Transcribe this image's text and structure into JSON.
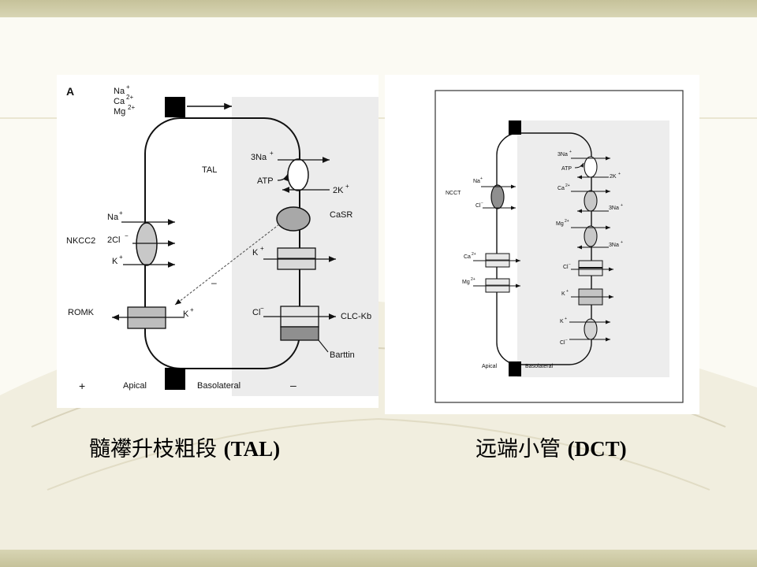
{
  "tal": {
    "panel_letter": "A",
    "top_ions": {
      "na": "Na",
      "ca": "Ca",
      "ca_charge": "2+",
      "mg": "Mg",
      "mg_charge": "2+"
    },
    "cell_label": "TAL",
    "nkcc2": "NKCC2",
    "nkcc_na": "Na",
    "nkcc_cl": "2Cl",
    "nkcc_k": "K",
    "romk": "ROMK",
    "romk_k": "K",
    "pump_na": "3Na",
    "pump_atp": "ATP",
    "pump_k": "2K",
    "casr": "CaSR",
    "k_channel": "K",
    "minus_inhibit": "–",
    "clc_cl": "Cl",
    "clc_kb": "CLC-Kb",
    "barttin": "Barttin",
    "plus": "+",
    "apical": "Apical",
    "basolateral": "Basolateral",
    "minus": "–"
  },
  "dct": {
    "ncct": "NCCT",
    "ncct_na": "Na",
    "ncct_cl": "Cl",
    "ca": "Ca",
    "ca_charge": "2+",
    "mg": "Mg",
    "mg_charge": "2+",
    "pump_na": "3Na",
    "pump_atp": "ATP",
    "pump_k": "2K",
    "exch1_ca": "Ca",
    "exch1_na": "3Na",
    "exch2_mg": "Mg",
    "exch2_na": "3Na",
    "cl_channel": "Cl",
    "k_channel": "K",
    "kcc_k": "K",
    "kcc_cl": "Cl",
    "apical": "Apical",
    "basolateral": "Basolateral"
  },
  "captions": {
    "tal_zh": "髓襻升枝粗段",
    "tal_en": "(TAL)",
    "dct_zh": "远端小管",
    "dct_en": "(DCT)"
  }
}
